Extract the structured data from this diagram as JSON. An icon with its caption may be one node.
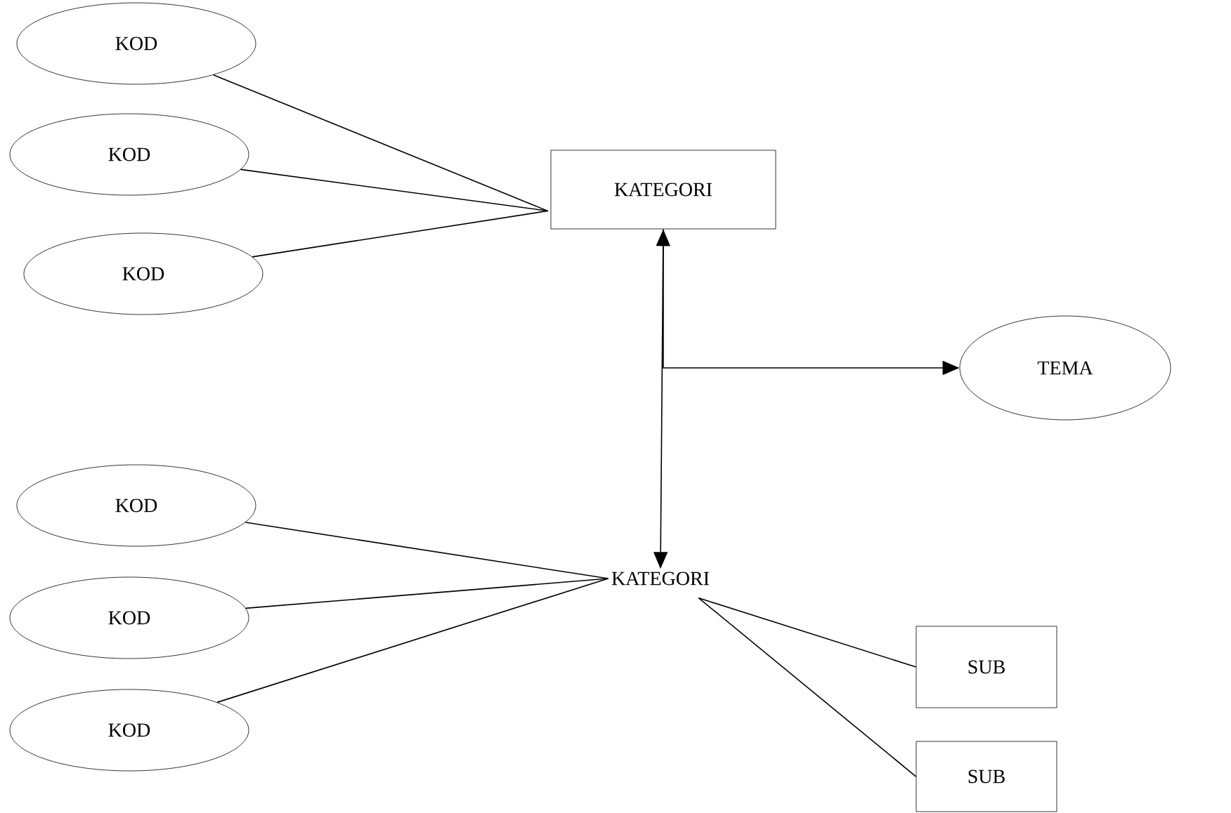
{
  "diagram": {
    "nodes": [
      {
        "text": [
          "KOD"
        ]
      },
      {
        "text": [
          "KOD"
        ]
      },
      {
        "text": [
          "KOD"
        ]
      },
      {
        "text": [
          "KATEGORI"
        ]
      },
      {
        "text": [
          "TEMA"
        ]
      },
      {
        "text": [
          "KOD"
        ]
      },
      {
        "text": [
          "KOD"
        ]
      },
      {
        "text": [
          "KOD"
        ]
      },
      {
        "text": [
          "KATEGORI"
        ]
      },
      {
        "text": [
          "SUB"
        ]
      },
      {
        "text": [
          "SUB"
        ]
      }
    ],
    "edges": [
      {
        "from": 0,
        "to": 3,
        "arrow": "none"
      },
      {
        "from": 1,
        "to": 3,
        "arrow": "none"
      },
      {
        "from": 2,
        "to": 3,
        "arrow": "none"
      },
      {
        "from": 3,
        "to": 8,
        "arrow": "both"
      },
      {
        "from": 3,
        "to": 4,
        "arrow": "to"
      },
      {
        "from": 5,
        "to": 8,
        "arrow": "none"
      },
      {
        "from": 6,
        "to": 8,
        "arrow": "none"
      },
      {
        "from": 7,
        "to": 8,
        "arrow": "none"
      },
      {
        "from": 8,
        "to": 9,
        "arrow": "none"
      },
      {
        "from": 8,
        "to": 10,
        "arrow": "none"
      }
    ]
  }
}
